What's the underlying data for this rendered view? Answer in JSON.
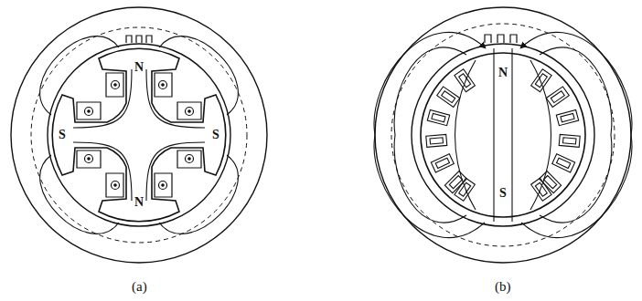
{
  "diagram": {
    "labels": [
      "N",
      "S",
      "S",
      "N",
      "N",
      "S",
      "(a)",
      "(b)"
    ]
  }
}
